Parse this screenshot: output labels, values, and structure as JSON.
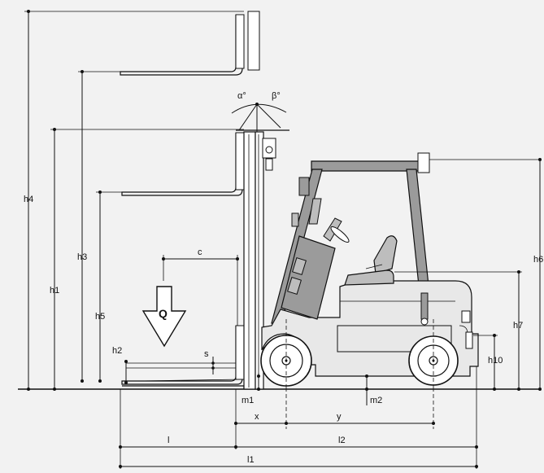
{
  "labels": {
    "h1": "h1",
    "h2": "h2",
    "h3": "h3",
    "h4": "h4",
    "h5": "h5",
    "h6": "h6",
    "h7": "h7",
    "h10": "h10",
    "c": "c",
    "s": "s",
    "q": "Q",
    "alpha": "α°",
    "beta": "β°",
    "m1": "m1",
    "m2": "m2",
    "x": "x",
    "y": "y",
    "l": "l",
    "l2": "l2",
    "l1": "l1"
  },
  "colors": {
    "background": "#f2f2f2",
    "body_fill": "#e8e8e8",
    "mast_gray": "#9b9b9b",
    "seat_gray": "#bdbdbd",
    "line": "#111111"
  }
}
